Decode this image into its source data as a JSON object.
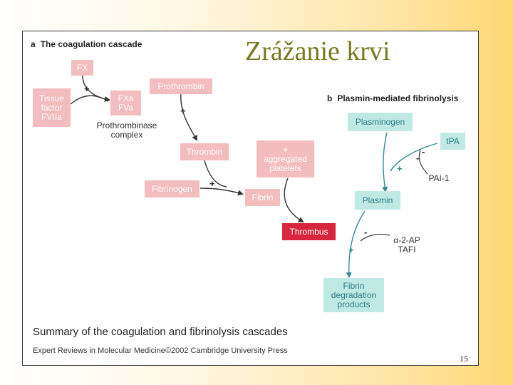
{
  "slide": {
    "title": "Zrážanie krvi",
    "page_number": "15"
  },
  "panel_a": {
    "letter": "a",
    "title": "The coagulation cascade",
    "fx": "FX",
    "tissue_factor": [
      "Tissue",
      "factor",
      "FVIIa"
    ],
    "fxa_fva": [
      "FXa",
      "FVa"
    ],
    "prothrombin": "Prothrombin",
    "prothrombinase": [
      "Prothrombinase",
      "complex"
    ],
    "thrombin": "Thrombin",
    "platelets": [
      "+",
      "aggregated",
      "platelets"
    ],
    "fibrinogen": "Fibrinogen",
    "fibrin": "Fibrin",
    "thrombus": "Thrombus"
  },
  "panel_b": {
    "letter": "b",
    "title": "Plasmin-mediated fibrinolysis",
    "plasminogen": "Plasminogen",
    "tpa": "tPA",
    "pai1": "PAI-1",
    "plasmin": "Plasmin",
    "inhibitors": [
      "α-2-AP",
      "TAFI"
    ],
    "fdp": [
      "Fibrin",
      "degradation",
      "products"
    ]
  },
  "signs": {
    "plus": "+",
    "minus": "-"
  },
  "caption": "Summary of the coagulation and fibrinolysis cascades",
  "credit": "Expert Reviews in Molecular Medicine©2002 Cambridge University Press",
  "colors": {
    "pink_box": "#f3bcbe",
    "thrombus_red": "#d7263d",
    "teal_box": "#bfe9e3",
    "teal_arrow": "#2f8a8f",
    "title_olive": "#777a1e"
  }
}
